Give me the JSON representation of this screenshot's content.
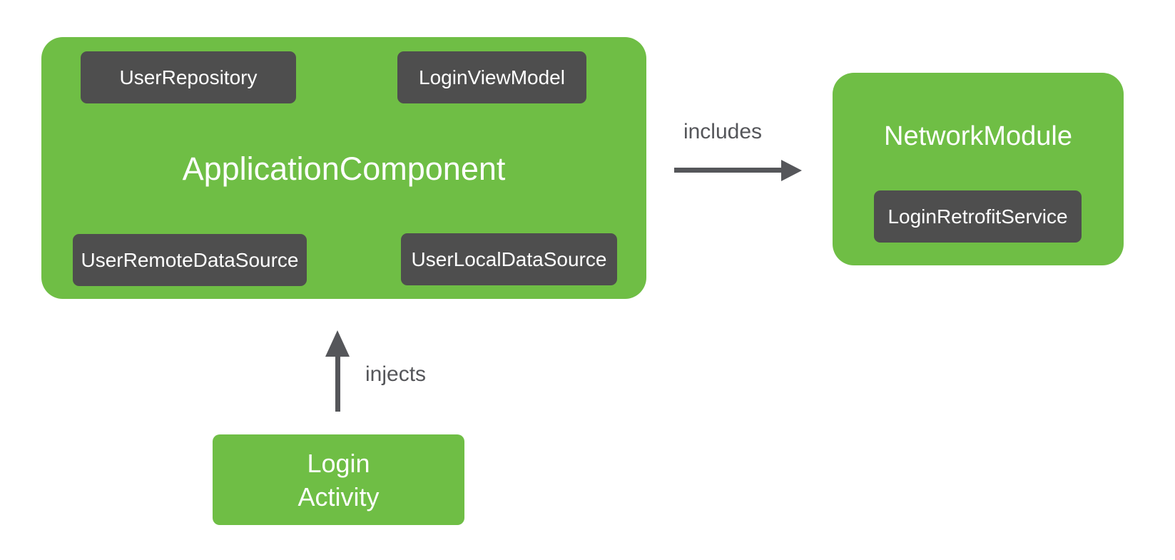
{
  "diagram": {
    "colors": {
      "node_green": "#6fbe45",
      "node_dark": "#4e4e4e",
      "node_text": "#ffffff",
      "edge_gray": "#55565a",
      "background": "#ffffff"
    },
    "nodes": {
      "application_component": {
        "label": "ApplicationComponent",
        "children": [
          {
            "id": "user_repository",
            "label": "UserRepository"
          },
          {
            "id": "login_view_model",
            "label": "LoginViewModel"
          },
          {
            "id": "user_remote_data_source",
            "label": "UserRemoteDataSource"
          },
          {
            "id": "user_local_data_source",
            "label": "UserLocalDataSource"
          }
        ]
      },
      "network_module": {
        "label": "NetworkModule",
        "children": [
          {
            "id": "login_retrofit_service",
            "label": "LoginRetrofitService"
          }
        ]
      },
      "login_activity": {
        "label_line1": "Login",
        "label_line2": "Activity"
      }
    },
    "edges": [
      {
        "id": "includes",
        "label": "includes",
        "from": "application_component",
        "to": "network_module",
        "direction": "right"
      },
      {
        "id": "injects",
        "label": "injects",
        "from": "login_activity",
        "to": "application_component",
        "direction": "up"
      }
    ]
  }
}
